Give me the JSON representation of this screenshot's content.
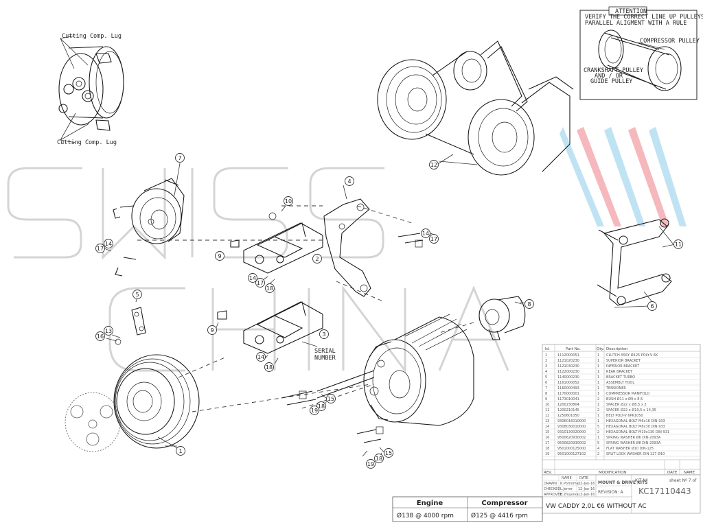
{
  "labels": {
    "cutting_lug_top": "Cutting Comp. Lug",
    "cutting_lug_bottom": "Cutting Comp. Lug",
    "serial_line1": "SERIAL",
    "serial_line2": "NUMBER"
  },
  "attention": {
    "title": "ATTENTION",
    "line1": "VERIFY THE CORRECT LINE UP PULLEYS AND THE",
    "line2": "PARALLEL ALIGMENT WITH A RULE",
    "compressor_pulley": "COMPRESSOR PULLEY",
    "crank_line1": "CRANKSHAFT PULLEY",
    "crank_line2": "AND / OR",
    "crank_line3": "GUIDE PULLEY"
  },
  "watermark": [
    "SWISS",
    "CHINA"
  ],
  "callouts": [
    "1",
    "2",
    "3",
    "4",
    "5",
    "6",
    "7",
    "8",
    "9",
    "9",
    "10",
    "11",
    "12",
    "13",
    "14",
    "14",
    "14",
    "14",
    "15",
    "15",
    "16",
    "17",
    "17",
    "17",
    "18",
    "18",
    "18",
    "18",
    "19",
    "19"
  ],
  "parts_table": {
    "headers": [
      "Id.",
      "Part No.",
      "Qty.",
      "Description"
    ],
    "rows": [
      [
        "1",
        "1112000051",
        "1",
        "CLUTCH ASSY Ø125 POLY-V 6K"
      ],
      [
        "2",
        "1121020230",
        "1",
        "SUPERIOR BRACKET"
      ],
      [
        "3",
        "1121030230",
        "1",
        "INFERIOR BRACKET"
      ],
      [
        "4",
        "1122000230",
        "1",
        "REAR BRACKET"
      ],
      [
        "5",
        "1140000230",
        "1",
        "BRACKET TURBO"
      ],
      [
        "6",
        "1161000052",
        "1",
        "ASSEMBLY TOOL"
      ],
      [
        "7",
        "1160000493",
        "1",
        "TENSIONER"
      ],
      [
        "8",
        "1170000001",
        "1",
        "COMPRESSOR MANIFOLD"
      ],
      [
        "9",
        "1173010041",
        "2",
        "BUSH Ø11 x Ø9 x 8,5"
      ],
      [
        "10",
        "1200230804",
        "1",
        "SPACER Ø22 x Ø8,5 x 2"
      ],
      [
        "11",
        "1200210145",
        "2",
        "SPACER Ø22 x Ø10,5 x 14,35"
      ],
      [
        "12",
        "1250601050",
        "1",
        "BELT POLY-V 6PK1050"
      ],
      [
        "13",
        "9306016010000",
        "1",
        "HEXAGONAL BOLT M6x16 DIN-933"
      ],
      [
        "14",
        "9308030010000",
        "5",
        "HEXAGONAL BOLT M8x30 DIN-933"
      ],
      [
        "15",
        "9310130020000",
        "2",
        "HEXAGONAL BOLT M10x130 DIN-931"
      ],
      [
        "16",
        "9500620930002",
        "1",
        "SPRING WASHER Ø6 DIN-2093A"
      ],
      [
        "17",
        "9500820930002",
        "5",
        "SPRING WASHER Ø8 DIN-2093A"
      ],
      [
        "18",
        "9501000125000",
        "4",
        "FLAT WASHER Ø10 DIN-125"
      ],
      [
        "19",
        "9501000127102",
        "2",
        "SPLIT LOCK WASHER DIN 127 Ø10"
      ]
    ],
    "rev_label": "REV.",
    "modification_label": "MODIFICATION",
    "date_label": "DATE",
    "name_label": "NAME"
  },
  "title_block": {
    "name_header": "NAME",
    "date_header": "DATE",
    "drawn_label": "DRAWN",
    "drawn_name": "K.Pomomal",
    "drawn_date": "12-Jan-16",
    "checked_label": "CHECKED",
    "checked_name": "L.Jerrer",
    "checked_date": "12-Jan-16",
    "approved_label": "APPROVED",
    "approved_name": "E.Zhuyeva",
    "approved_date": "12-Jan-16",
    "company": "MOUNT & DRIVE KITS",
    "revision": "REVISION: A",
    "kit_label": "KIT Nº",
    "sheet_label": "sheet Nº 7 of",
    "kit_number": "KC17110443",
    "description": "VW CADDY 2,0L €6 WITHOUT AC"
  },
  "speeds": {
    "engine_label": "Engine",
    "compressor_label": "Compressor",
    "engine_value": "Ø138 @ 4000 rpm",
    "compressor_value": "Ø125 @ 4416 rpm"
  }
}
